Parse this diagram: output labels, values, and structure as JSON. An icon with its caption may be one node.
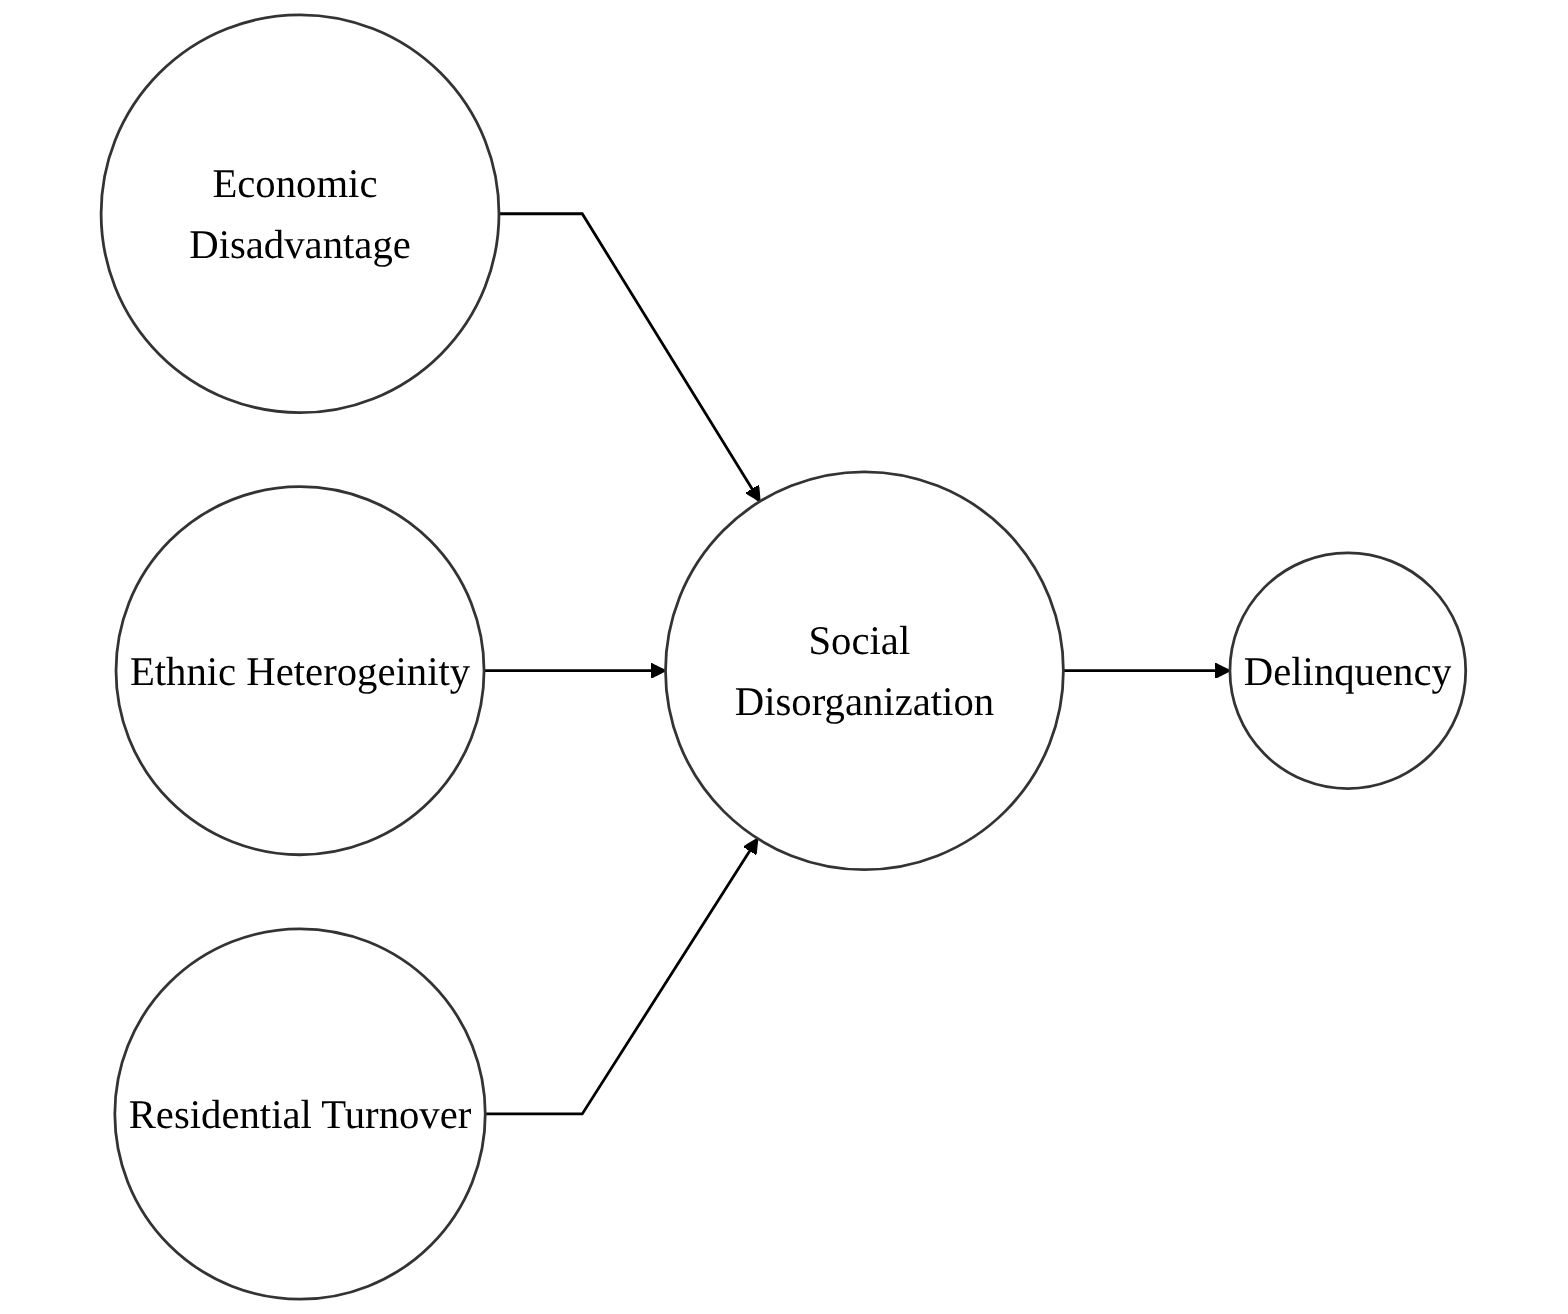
{
  "diagram": {
    "nodes": [
      {
        "text": [
          "Economic Disadvantage"
        ]
      },
      {
        "text": [
          "Ethnic Heterogeinity"
        ]
      },
      {
        "text": [
          "Residential Turnover"
        ]
      },
      {
        "text": [
          "Social Disorganization"
        ]
      },
      {
        "text": [
          "Delinquency"
        ]
      }
    ],
    "edges": [
      {
        "from": 0,
        "to": 3,
        "arrow": "to"
      },
      {
        "from": 1,
        "to": 3,
        "arrow": "to"
      },
      {
        "from": 2,
        "to": 3,
        "arrow": "to"
      },
      {
        "from": 3,
        "to": 4,
        "arrow": "to"
      }
    ]
  }
}
